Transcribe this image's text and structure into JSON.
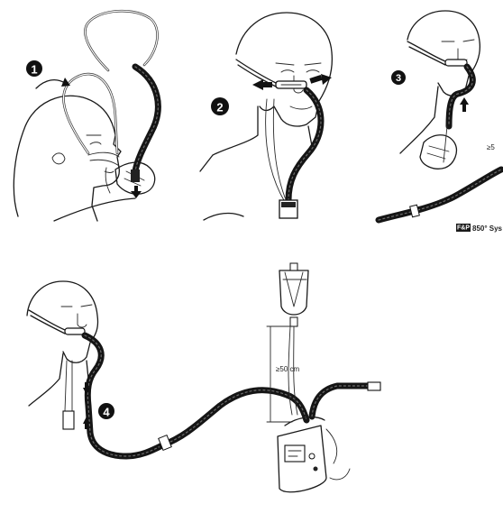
{
  "steps": [
    {
      "number": "1"
    },
    {
      "number": "2"
    },
    {
      "number": "3"
    },
    {
      "number": "4"
    }
  ],
  "height_label": "≥50 cm",
  "brand": {
    "logo_text": "F&P",
    "system_name": "850° Sys"
  },
  "partial_label": "≥5"
}
